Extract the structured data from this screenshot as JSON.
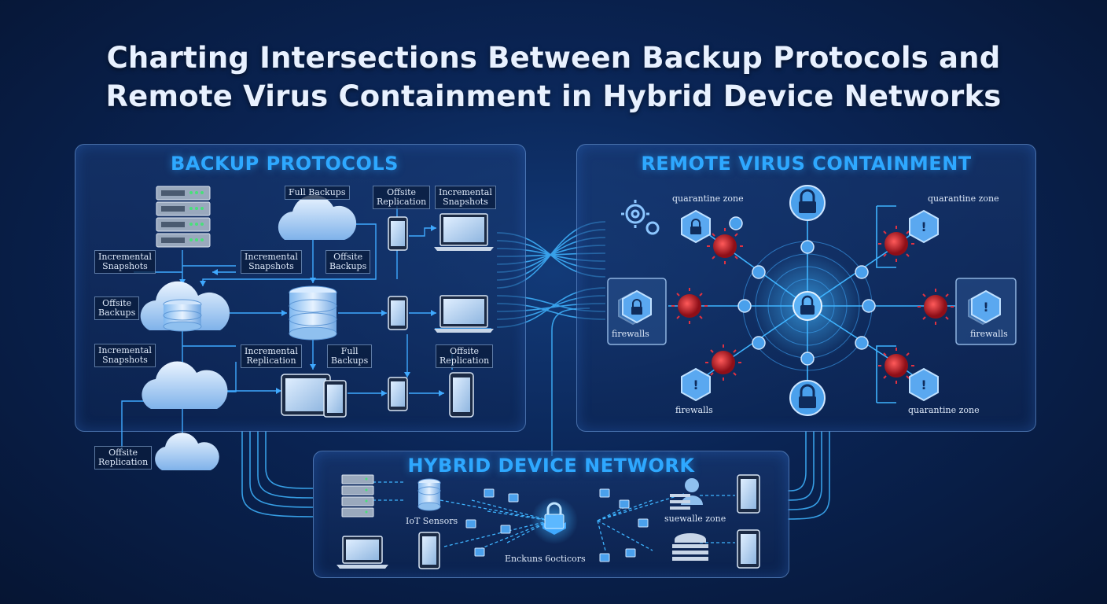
{
  "title": {
    "line1": "Charting Intersections Between Backup Protocols and",
    "line2": "Remote Virus Containment in Hybrid Device Networks"
  },
  "backup": {
    "heading": "BACKUP PROTOCOLS",
    "labels": {
      "full_backups_top": "Full Backups",
      "offsite_replication_top": "Offsite\nReplication",
      "incremental_snapshots_top": "Incremental\nSnapshots",
      "incremental_snapshots_left": "Incremental\nSnapshots",
      "incremental_snapshots_mid": "Incremental\nSnapshots",
      "offsite_backups_mid": "Offsite\nBackups",
      "offsite_backups_left": "Offsite\nBackups",
      "incremental_snapshots_left2": "Incremental\nSnapshots",
      "incremental_replication": "Incremental\nReplication",
      "full_backups_mid": "Full\nBackups",
      "offsite_replication_right": "Offsite\nReplication",
      "offsite_replication_bottom": "Offsite\nReplication"
    }
  },
  "containment": {
    "heading": "REMOTE VIRUS CONTAINMENT",
    "labels": {
      "quarantine_zone_left": "quarantine zone",
      "quarantine_zone_right": "quarantine zone",
      "quarantine_zone_bottom": "quarantine zone",
      "firewalls_left": "firewalls",
      "firewalls_right": "firewalls",
      "firewalls_bottom": "firewalls"
    }
  },
  "hybrid": {
    "heading": "HYBRID DEVICE NETWORK",
    "labels": {
      "iot_sensors": "IoT Sensors",
      "suewalle_zone": "suewalle zone",
      "endpoint_label": "Enckuns 6octicors"
    }
  },
  "colors": {
    "accent": "#2ea8ff",
    "virus": "#c81d2a",
    "background": "#0a2454"
  },
  "icons": [
    "server-icon",
    "cloud-icon",
    "database-icon",
    "phone-icon",
    "laptop-icon",
    "tablet-icon",
    "lock-icon",
    "shield-icon",
    "warning-icon",
    "virus-icon",
    "gear-icon",
    "user-icon"
  ]
}
